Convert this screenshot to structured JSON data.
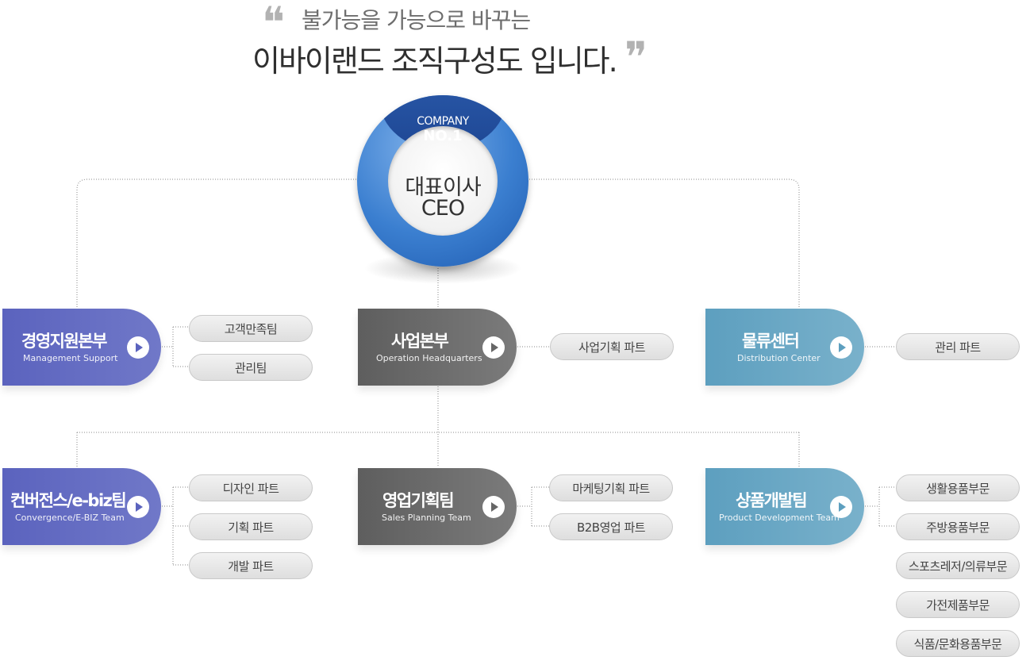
{
  "header": {
    "line1": "불가능을 가능으로 바꾸는",
    "line2": "이바이랜드 조직구성도 입니다.",
    "quote_open": "❝",
    "quote_close": "❞"
  },
  "ceo": {
    "company": "COMPANY",
    "badge": "NO.1",
    "title_kr": "대표이사",
    "title_en": "CEO",
    "colors": {
      "ring": "#3b7fd0",
      "cap": "#1e4794"
    }
  },
  "departments": [
    {
      "name_kr": "경영지원본부",
      "name_en": "Management Support",
      "color": "#5b63be",
      "teams": [
        "고객만족팀",
        "관리팀"
      ]
    },
    {
      "name_kr": "사업본부",
      "name_en": "Operation Headquarters",
      "color": "#666666",
      "teams": [
        "사업기획 파트"
      ]
    },
    {
      "name_kr": "물류센터",
      "name_en": "Distribution Center",
      "color": "#5d9fbf",
      "teams": [
        "관리 파트"
      ]
    },
    {
      "name_kr": "컨버전스/e-biz팀",
      "name_en": "Convergence/E-BIZ Team",
      "color": "#5b63be",
      "teams": [
        "디자인 파트",
        "기획 파트",
        "개발 파트"
      ]
    },
    {
      "name_kr": "영업기획팀",
      "name_en": "Sales Planning Team",
      "color": "#666666",
      "teams": [
        "마케팅기획 파트",
        "B2B영업 파트"
      ]
    },
    {
      "name_kr": "상품개발팀",
      "name_en": "Product Development Team",
      "color": "#5d9fbf",
      "teams": [
        "생활용품부문",
        "주방용품부문",
        "스포츠레저/의류부문",
        "가전제품부문",
        "식품/문화용품부문"
      ]
    }
  ],
  "icons": {
    "play": "play-icon"
  }
}
